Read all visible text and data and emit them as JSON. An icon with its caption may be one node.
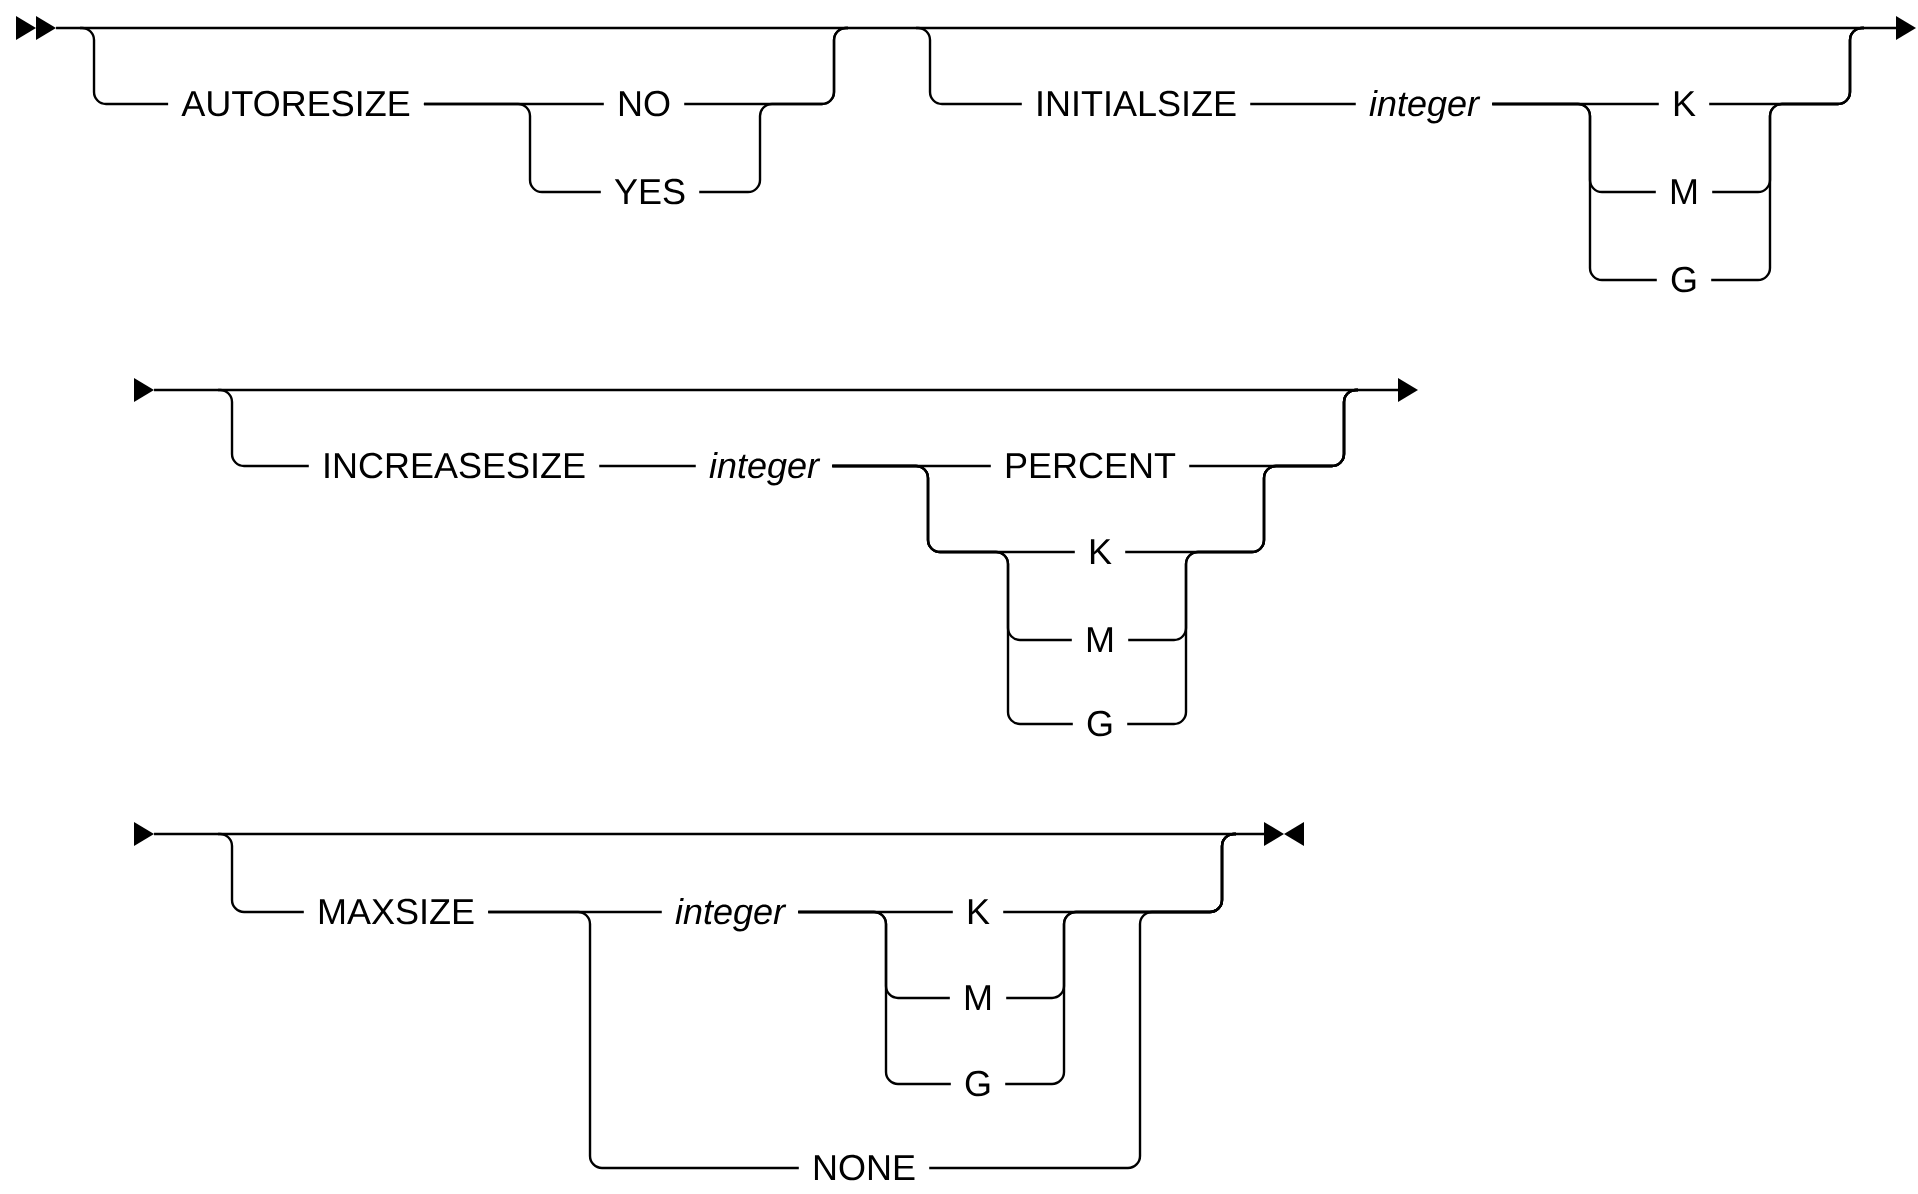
{
  "diagram": {
    "nodes": [
      {
        "text": [
          "AUTORESIZE"
        ]
      },
      {
        "text": [
          "NO"
        ]
      },
      {
        "text": [
          "YES"
        ]
      },
      {
        "text": [
          "INITIALSIZE"
        ]
      },
      {
        "text": [
          "integer"
        ]
      },
      {
        "text": [
          "K"
        ]
      },
      {
        "text": [
          "M"
        ]
      },
      {
        "text": [
          "G"
        ]
      },
      {
        "text": [
          "INCREASESIZE"
        ]
      },
      {
        "text": [
          "integer"
        ]
      },
      {
        "text": [
          "PERCENT"
        ]
      },
      {
        "text": [
          "K"
        ]
      },
      {
        "text": [
          "M"
        ]
      },
      {
        "text": [
          "G"
        ]
      },
      {
        "text": [
          "MAXSIZE"
        ]
      },
      {
        "text": [
          "integer"
        ]
      },
      {
        "text": [
          "K"
        ]
      },
      {
        "text": [
          "M"
        ]
      },
      {
        "text": [
          "G"
        ]
      },
      {
        "text": [
          "NONE"
        ]
      }
    ],
    "edges": [
      {
        "from": 0,
        "to": 1,
        "arrow": "none"
      },
      {
        "from": 0,
        "to": 2,
        "arrow": "none"
      },
      {
        "from": 3,
        "to": 4,
        "arrow": "none"
      },
      {
        "from": 4,
        "to": 5,
        "arrow": "none"
      },
      {
        "from": 4,
        "to": 6,
        "arrow": "none"
      },
      {
        "from": 4,
        "to": 7,
        "arrow": "none"
      },
      {
        "from": 8,
        "to": 9,
        "arrow": "none"
      },
      {
        "from": 9,
        "to": 10,
        "arrow": "none"
      },
      {
        "from": 9,
        "to": 11,
        "arrow": "none"
      },
      {
        "from": 9,
        "to": 12,
        "arrow": "none"
      },
      {
        "from": 9,
        "to": 13,
        "arrow": "none"
      },
      {
        "from": 14,
        "to": 15,
        "arrow": "none"
      },
      {
        "from": 14,
        "to": 19,
        "arrow": "none"
      },
      {
        "from": 15,
        "to": 16,
        "arrow": "none"
      },
      {
        "from": 15,
        "to": 17,
        "arrow": "none"
      },
      {
        "from": 15,
        "to": 18,
        "arrow": "none"
      },
      {
        "from": null,
        "to": 0,
        "arrow": "none"
      },
      {
        "from": 1,
        "to": null,
        "arrow": "none"
      },
      {
        "from": 2,
        "to": null,
        "arrow": "none"
      },
      {
        "from": null,
        "to": 3,
        "arrow": "none"
      },
      {
        "from": 5,
        "to": null,
        "arrow": "none"
      },
      {
        "from": 6,
        "to": null,
        "arrow": "none"
      },
      {
        "from": 7,
        "to": null,
        "arrow": "none"
      },
      {
        "from": null,
        "to": 8,
        "arrow": "none"
      },
      {
        "from": 10,
        "to": null,
        "arrow": "none"
      },
      {
        "from": 11,
        "to": null,
        "arrow": "none"
      },
      {
        "from": 12,
        "to": null,
        "arrow": "none"
      },
      {
        "from": 13,
        "to": null,
        "arrow": "none"
      },
      {
        "from": null,
        "to": 14,
        "arrow": "none"
      },
      {
        "from": 16,
        "to": null,
        "arrow": "none"
      },
      {
        "from": 17,
        "to": null,
        "arrow": "none"
      },
      {
        "from": 18,
        "to": null,
        "arrow": "none"
      },
      {
        "from": 19,
        "to": null,
        "arrow": "none"
      }
    ]
  }
}
